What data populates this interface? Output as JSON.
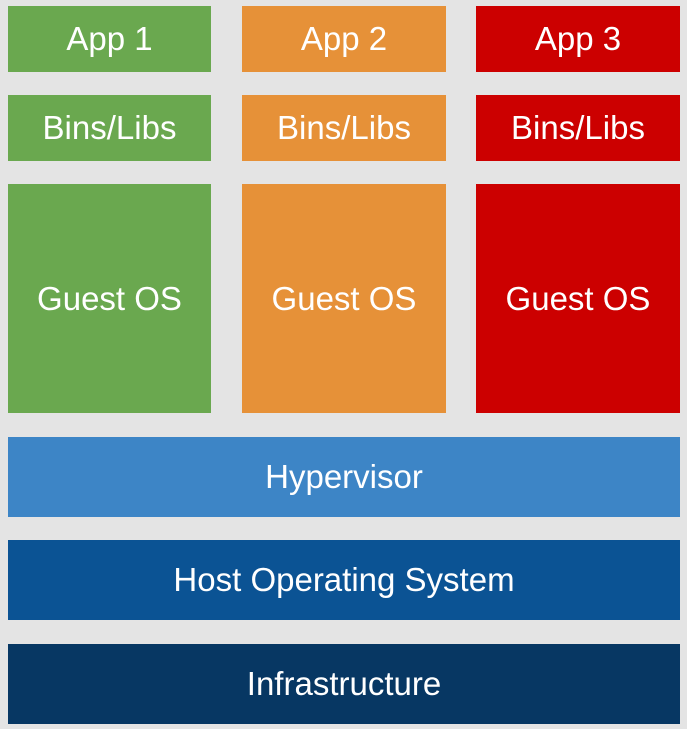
{
  "colors": {
    "background": "#e4e4e4",
    "vm1": "#6aa84f",
    "vm2": "#e69138",
    "vm3": "#cc0000",
    "hypervisor": "#3d85c6",
    "host_os": "#0b5394",
    "infrastructure": "#073763",
    "text": "#ffffff"
  },
  "vms": [
    {
      "app": "App 1",
      "bins": "Bins/Libs",
      "guest_os": "Guest OS"
    },
    {
      "app": "App 2",
      "bins": "Bins/Libs",
      "guest_os": "Guest OS"
    },
    {
      "app": "App 3",
      "bins": "Bins/Libs",
      "guest_os": "Guest OS"
    }
  ],
  "layers": {
    "hypervisor": "Hypervisor",
    "host_os": "Host Operating System",
    "infrastructure": "Infrastructure"
  }
}
